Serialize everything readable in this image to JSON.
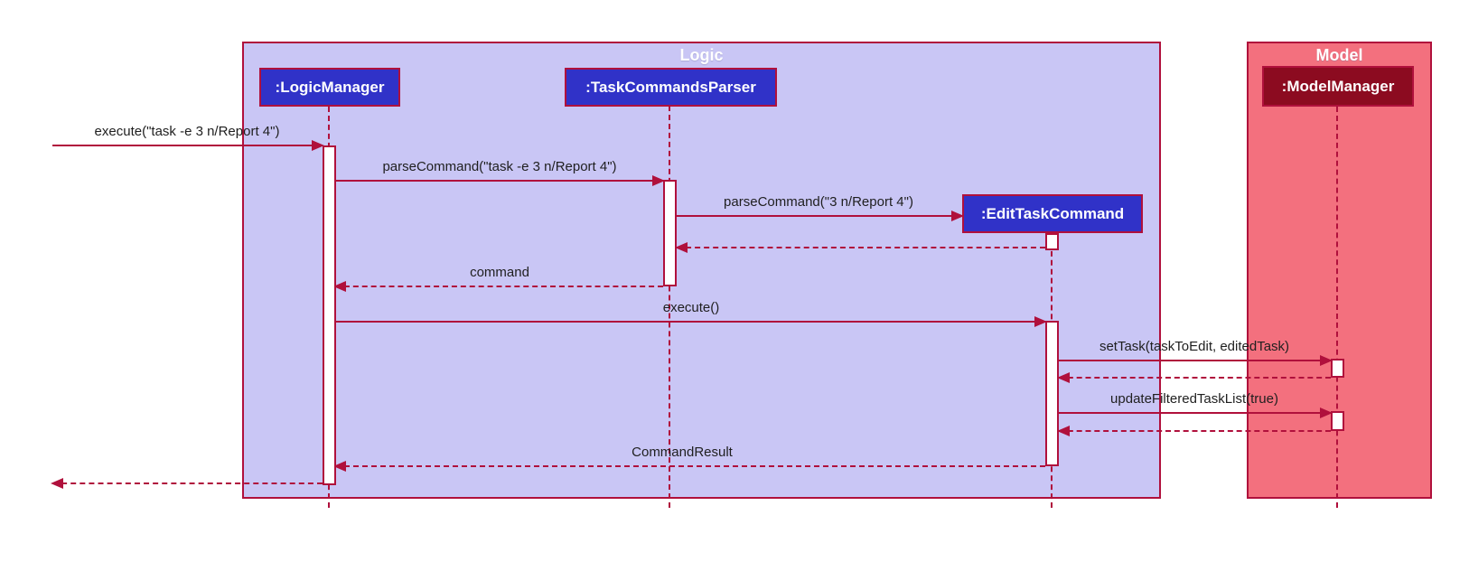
{
  "colors": {
    "line": "#b0103c",
    "logic-fill": "#c9c6f5",
    "model-fill": "#f3707e",
    "blue-box": "#3032c8",
    "maroon-box": "#8c0b20",
    "activation-fill": "#ffffff",
    "label-text": "#1f1f1f",
    "box-text": "#ffffff"
  },
  "frames": {
    "logic": {
      "title": "Logic"
    },
    "model": {
      "title": "Model"
    }
  },
  "participants": {
    "logic_manager": ":LogicManager",
    "task_commands_parser": ":TaskCommandsParser",
    "edit_task_command": ":EditTaskCommand",
    "model_manager": ":ModelManager"
  },
  "messages": {
    "execute_request": "execute(\"task -e 3 n/Report 4\")",
    "parse_command_full": "parseCommand(\"task -e 3 n/Report 4\")",
    "parse_command_args": "parseCommand(\"3 n/Report 4\")",
    "command_return": "command",
    "execute_call": "execute()",
    "set_task": "setTask(taskToEdit, editedTask)",
    "update_filtered_task_list": "updateFilteredTaskList(true)",
    "command_result": "CommandResult"
  }
}
